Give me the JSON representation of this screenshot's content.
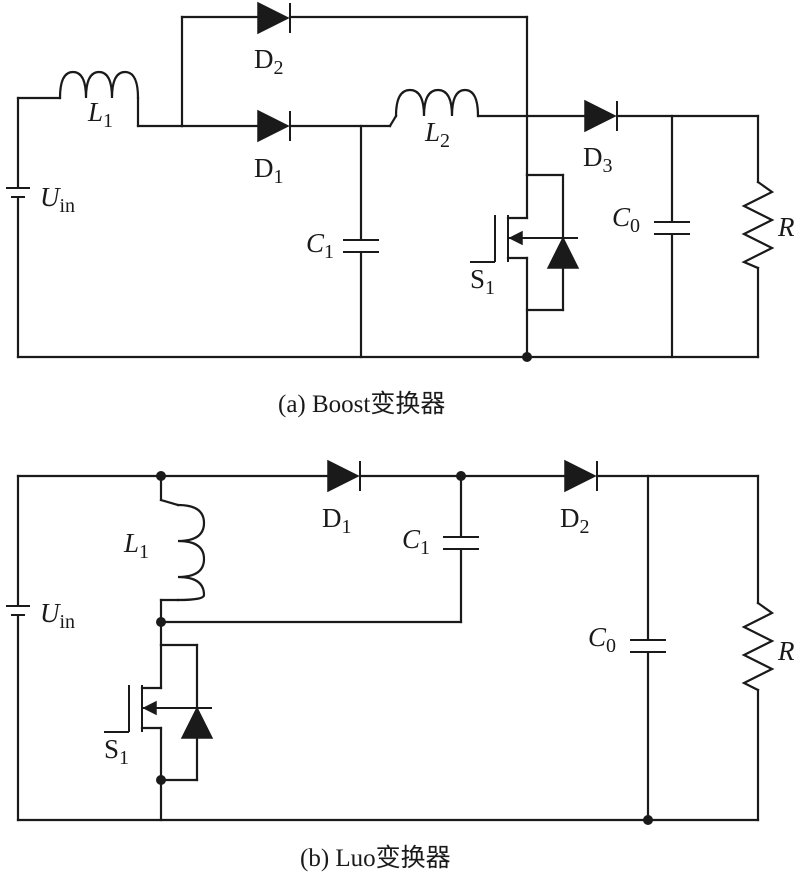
{
  "boost": {
    "caption": "(a)  Boost变换器",
    "labels": {
      "L1_main": "L",
      "L1_sub": "1",
      "L2_main": "L",
      "L2_sub": "2",
      "D1_main": "D",
      "D1_sub": "1",
      "D2_main": "D",
      "D2_sub": "2",
      "D3_main": "D",
      "D3_sub": "3",
      "C1_main": "C",
      "C1_sub": "1",
      "C0_main": "C",
      "C0_sub": "0",
      "S1_main": "S",
      "S1_sub": "1",
      "Uin_main": "U",
      "Uin_sub": "in",
      "R": "R"
    }
  },
  "luo": {
    "caption": "(b)  Luo变换器",
    "labels": {
      "L1_main": "L",
      "L1_sub": "1",
      "D1_main": "D",
      "D1_sub": "1",
      "D2_main": "D",
      "D2_sub": "2",
      "C1_main": "C",
      "C1_sub": "1",
      "C0_main": "C",
      "C0_sub": "0",
      "S1_main": "S",
      "S1_sub": "1",
      "Uin_main": "U",
      "Uin_sub": "in",
      "R": "R"
    }
  }
}
